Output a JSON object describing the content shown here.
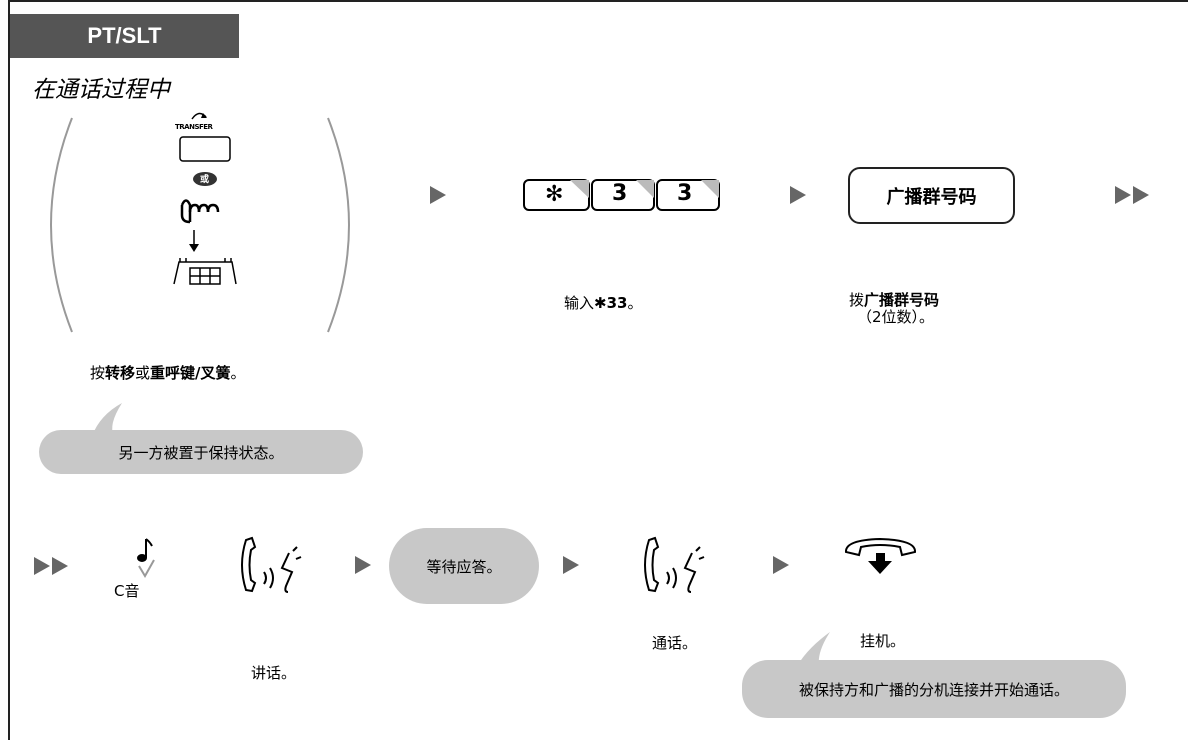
{
  "header": {
    "tab_label": "PT/SLT",
    "subtitle": "在通话过程中"
  },
  "step1": {
    "transfer_label": "TRANSFER",
    "or_label": "或",
    "caption_prefix": "按",
    "caption_b1": "转移",
    "caption_mid": "或",
    "caption_b2": "重呼键/叉簧",
    "caption_end": "。",
    "bubble": "另一方被置于保持状态。"
  },
  "step2": {
    "keys": [
      "✻",
      "3",
      "3"
    ],
    "caption_prefix": "输入",
    "caption_bold": "✱33",
    "caption_end": "。"
  },
  "step3": {
    "box_label": "广播群号码",
    "caption_prefix": "拨",
    "caption_bold": "广播群号码",
    "caption_line2": "（2位数）。"
  },
  "row2": {
    "c_tone": "C音",
    "talk_caption": "讲话。",
    "wait_bubble": "等待应答。",
    "talk2_caption": "通话。",
    "hangup_caption": "挂机。",
    "final_bubble": "被保持方和广播的分机连接并开始通话。"
  }
}
